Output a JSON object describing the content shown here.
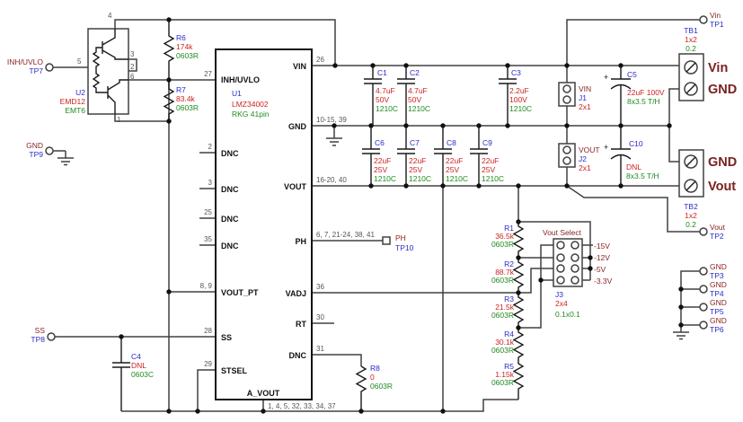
{
  "colors": {
    "reference_blue": "#2a2ac8",
    "value_red": "#cc2222",
    "package_green": "#1e8b1e",
    "net_maroon": "#8b2323"
  },
  "symbols": {
    "plus": "+"
  },
  "ic": {
    "ref": "U1",
    "part": "LMZ34002",
    "package": "RKG 41pin",
    "left_pins": [
      {
        "num": "27",
        "name": "INH/UVLO"
      },
      {
        "num": "2",
        "name": "DNC"
      },
      {
        "num": "3",
        "name": "DNC"
      },
      {
        "num": "25",
        "name": "DNC"
      },
      {
        "num": "35",
        "name": "DNC"
      },
      {
        "num": "8, 9",
        "name": "VOUT_PT"
      },
      {
        "num": "28",
        "name": "SS"
      },
      {
        "num": "29",
        "name": "STSEL"
      }
    ],
    "right_pins": [
      {
        "num": "26",
        "name": "VIN"
      },
      {
        "num": "10-15, 39",
        "name": "GND"
      },
      {
        "num": "16-20, 40",
        "name": "VOUT"
      },
      {
        "num": "6, 7, 21-24, 38, 41",
        "name": "PH"
      },
      {
        "num": "36",
        "name": "VADJ"
      },
      {
        "num": "30",
        "name": "RT"
      },
      {
        "num": "31",
        "name": "DNC"
      }
    ],
    "bottom_pin": {
      "num": "1, 4, 5, 32, 33, 34, 37",
      "name": "A_VOUT"
    }
  },
  "transistor": {
    "ref": "U2",
    "part": "EMD12",
    "package": "EMT6",
    "pins": [
      "4",
      "5",
      "3",
      "2",
      "6",
      "1"
    ]
  },
  "resistors": {
    "R6": {
      "ref": "R6",
      "value": "174k",
      "pkg": "0603R"
    },
    "R7": {
      "ref": "R7",
      "value": "83.4k",
      "pkg": "0603R"
    },
    "R1": {
      "ref": "R1",
      "value": "36.5k",
      "pkg": "0603R"
    },
    "R2": {
      "ref": "R2",
      "value": "88.7k",
      "pkg": "0603R"
    },
    "R3": {
      "ref": "R3",
      "value": "21.5k",
      "pkg": "0603R"
    },
    "R4": {
      "ref": "R4",
      "value": "30.1k",
      "pkg": "0603R"
    },
    "R5": {
      "ref": "R5",
      "value": "1.15k",
      "pkg": "0603R"
    },
    "R8": {
      "ref": "R8",
      "value": "0",
      "pkg": "0603R"
    }
  },
  "capacitors": {
    "C1": {
      "ref": "C1",
      "value": "4.7uF",
      "voltage": "50V",
      "pkg": "1210C"
    },
    "C2": {
      "ref": "C2",
      "value": "4.7uF",
      "voltage": "50V",
      "pkg": "1210C"
    },
    "C3": {
      "ref": "C3",
      "value": "2.2uF",
      "voltage": "100V",
      "pkg": "1210C"
    },
    "C6": {
      "ref": "C6",
      "value": "22uF",
      "voltage": "25V",
      "pkg": "1210C"
    },
    "C7": {
      "ref": "C7",
      "value": "22uF",
      "voltage": "25V",
      "pkg": "1210C"
    },
    "C8": {
      "ref": "C8",
      "value": "22uF",
      "voltage": "25V",
      "pkg": "1210C"
    },
    "C9": {
      "ref": "C9",
      "value": "22uF",
      "voltage": "25V",
      "pkg": "1210C"
    },
    "C4": {
      "ref": "C4",
      "value": "DNL",
      "pkg": "0603C"
    },
    "C5": {
      "ref": "C5",
      "value": "22uF 100V",
      "pkg": "8x3.5 T/H"
    },
    "C10": {
      "ref": "C10",
      "value": "DNL",
      "pkg": "8x3.5 T/H"
    }
  },
  "test_points": {
    "TP1": {
      "net": "Vin",
      "ref": "TP1"
    },
    "TP2": {
      "net": "Vout",
      "ref": "TP2"
    },
    "TP3": {
      "net": "GND",
      "ref": "TP3"
    },
    "TP4": {
      "net": "GND",
      "ref": "TP4"
    },
    "TP5": {
      "net": "GND",
      "ref": "TP5"
    },
    "TP6": {
      "net": "GND",
      "ref": "TP6"
    },
    "TP7": {
      "net": "INH/UVLO",
      "ref": "TP7"
    },
    "TP8": {
      "net": "SS",
      "ref": "TP8"
    },
    "TP9": {
      "net": "GND",
      "ref": "TP9"
    },
    "TP10": {
      "net": "PH",
      "ref": "TP10"
    }
  },
  "jumpers": {
    "J1": {
      "net": "VIN",
      "ref": "J1",
      "size": "2x1"
    },
    "J2": {
      "net": "VOUT",
      "ref": "J2",
      "size": "2x1"
    },
    "J3": {
      "title": "Vout Select",
      "ref": "J3",
      "size": "2x4",
      "pitch": "0.1x0.1",
      "options": [
        "-15V",
        "-12V",
        "-5V",
        "-3.3V"
      ]
    }
  },
  "terminal_blocks": {
    "TB1": {
      "ref": "TB1",
      "size": "1x2",
      "pitch": "0.2",
      "terminals": [
        "Vin",
        "GND"
      ]
    },
    "TB2": {
      "ref": "TB2",
      "size": "1x2",
      "pitch": "0.2",
      "terminals": [
        "GND",
        "Vout"
      ]
    }
  }
}
